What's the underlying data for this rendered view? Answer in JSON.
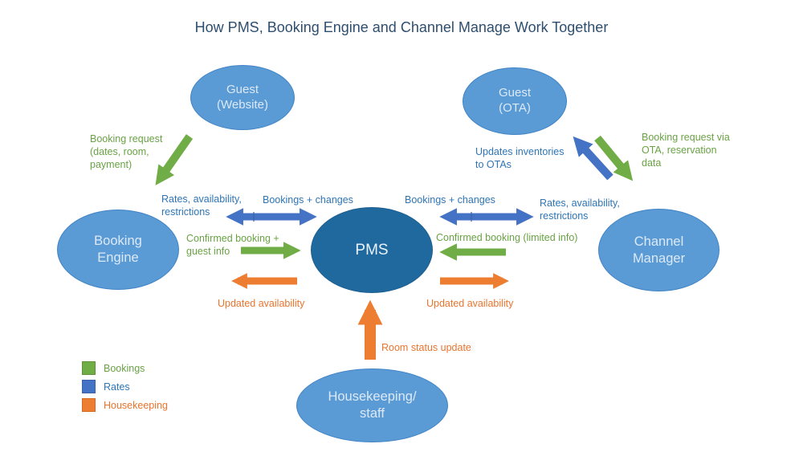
{
  "title": "How PMS, Booking Engine and Channel Manage Work Together",
  "nodes": {
    "guest_website": {
      "label": "Guest\n(Website)"
    },
    "guest_ota": {
      "label": "Guest\n(OTA)"
    },
    "booking_engine": {
      "label": "Booking\nEngine"
    },
    "pms": {
      "label": "PMS"
    },
    "channel_manager": {
      "label": "Channel\nManager"
    },
    "housekeeping": {
      "label": "Housekeeping/\nstaff"
    }
  },
  "edges": {
    "booking_request_website": {
      "label": "Booking request\n(dates, room,\npayment)",
      "from": "guest_website",
      "to": "booking_engine",
      "color": "#70AD47"
    },
    "rates_left": {
      "label": "Rates, availability,\nrestrictions",
      "from": "pms",
      "to": "booking_engine",
      "color": "#4472C4"
    },
    "bookings_changes_left": {
      "label": "Bookings + changes",
      "from": "booking_engine",
      "to": "pms",
      "color": "#4472C4"
    },
    "confirmed_left": {
      "label": "Confirmed booking +\nguest info",
      "from": "booking_engine",
      "to": "pms",
      "color": "#70AD47"
    },
    "updated_availability_left": {
      "label": "Updated availability",
      "from": "pms",
      "to": "booking_engine",
      "color": "#ED7D31"
    },
    "bookings_changes_right": {
      "label": "Bookings + changes",
      "from": "channel_manager",
      "to": "pms",
      "color": "#4472C4"
    },
    "rates_right": {
      "label": "Rates, availability,\nrestrictions",
      "from": "pms",
      "to": "channel_manager",
      "color": "#4472C4"
    },
    "confirmed_right": {
      "label": "Confirmed booking (limited info)",
      "from": "channel_manager",
      "to": "pms",
      "color": "#70AD47"
    },
    "updated_availability_right": {
      "label": "Updated availability",
      "from": "pms",
      "to": "channel_manager",
      "color": "#ED7D31"
    },
    "updates_inventories": {
      "label": "Updates inventories\nto OTAs",
      "from": "channel_manager",
      "to": "guest_ota",
      "color": "#4472C4"
    },
    "booking_request_ota": {
      "label": "Booking request via\nOTA, reservation\ndata",
      "from": "guest_ota",
      "to": "channel_manager",
      "color": "#70AD47"
    },
    "room_status": {
      "label": "Room status update",
      "from": "housekeeping",
      "to": "pms",
      "color": "#ED7D31"
    }
  },
  "legend": {
    "items": [
      {
        "label": "Bookings",
        "color": "#70AD47"
      },
      {
        "label": "Rates",
        "color": "#4472C4"
      },
      {
        "label": "Housekeeping",
        "color": "#ED7D31"
      }
    ]
  },
  "colors": {
    "node_fill": "#5B9BD5",
    "pms_fill": "#20699F",
    "green": "#70AD47",
    "blue": "#4472C4",
    "orange": "#ED7D31",
    "blue_text": "#2E75B6",
    "green_text": "#69A244",
    "orange_text": "#E9742E",
    "title_text": "#2E4E6F"
  }
}
